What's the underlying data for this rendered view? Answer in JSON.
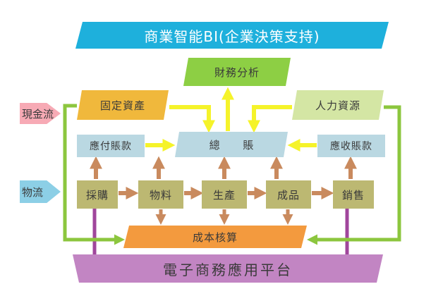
{
  "colors": {
    "banner": "#1eb0dc",
    "finance": "#8dcf44",
    "fixed_assets": "#f0b83c",
    "human_resources": "#d4e6a4",
    "accounts": "#bad8e2",
    "process": "#bcb872",
    "cost": "#f39a3e",
    "platform": "#c285c3",
    "cash_flow": "#f7aab5",
    "material_flow": "#8ccfe6",
    "arrow_yellow": "#f5f32a",
    "arrow_brown": "#c98a5e",
    "connector_green": "#8cc63e",
    "connector_purple": "#a0469c"
  },
  "diagram": {
    "title": "商業智能BI(企業決策支持)",
    "finance_analysis": "財務分析",
    "fixed_assets": "固定資產",
    "human_resources": "人力資源",
    "cash_flow": "現金流",
    "material_flow": "物流",
    "accounts_payable": "應付賬款",
    "general_ledger": "總 賬",
    "accounts_receivable": "應收賬款",
    "process": {
      "purchasing": "採購",
      "materials": "物料",
      "production": "生產",
      "finished_goods": "成品",
      "sales": "銷售"
    },
    "cost_accounting": "成本核算",
    "ecommerce_platform": "電子商務應用平台"
  }
}
